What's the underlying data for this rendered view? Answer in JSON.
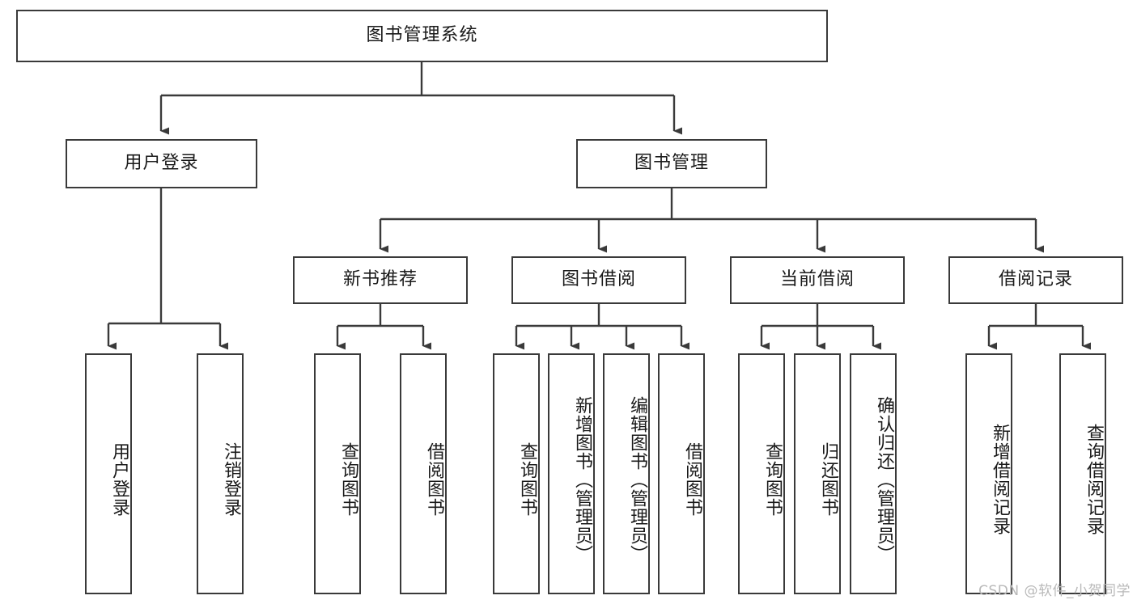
{
  "diagram": {
    "title": "图书管理系统",
    "type": "function-structure-tree",
    "colors": {
      "box_border": "#3a3a3a",
      "box_fill": "#ffffff",
      "connector": "#3a3a3a",
      "text": "#1a1a1a",
      "watermark": "#b9b9b9",
      "background": "#ffffff"
    },
    "root": {
      "label": "图书管理系统"
    },
    "level2": [
      {
        "label": "用户登录"
      },
      {
        "label": "图书管理"
      }
    ],
    "level3": [
      {
        "label": "新书推荐"
      },
      {
        "label": "图书借阅"
      },
      {
        "label": "当前借阅"
      },
      {
        "label": "借阅记录"
      }
    ],
    "leaves": {
      "user_login": [
        {
          "label": "用户登录"
        },
        {
          "label": "注销登录"
        }
      ],
      "new_book_recommend": [
        {
          "label": "查询图书"
        },
        {
          "label": "借阅图书"
        }
      ],
      "book_borrow": [
        {
          "label": "查询图书"
        },
        {
          "label": "新增图书（管理员）"
        },
        {
          "label": "编辑图书（管理员）"
        },
        {
          "label": "借阅图书"
        }
      ],
      "current_borrow": [
        {
          "label": "查询图书"
        },
        {
          "label": "归还图书"
        },
        {
          "label": "确认归还（管理员）"
        }
      ],
      "borrow_record": [
        {
          "label": "新增借阅记录"
        },
        {
          "label": "查询借阅记录"
        }
      ]
    }
  },
  "watermark": {
    "text": "CSDN @软件_小贺同学"
  }
}
